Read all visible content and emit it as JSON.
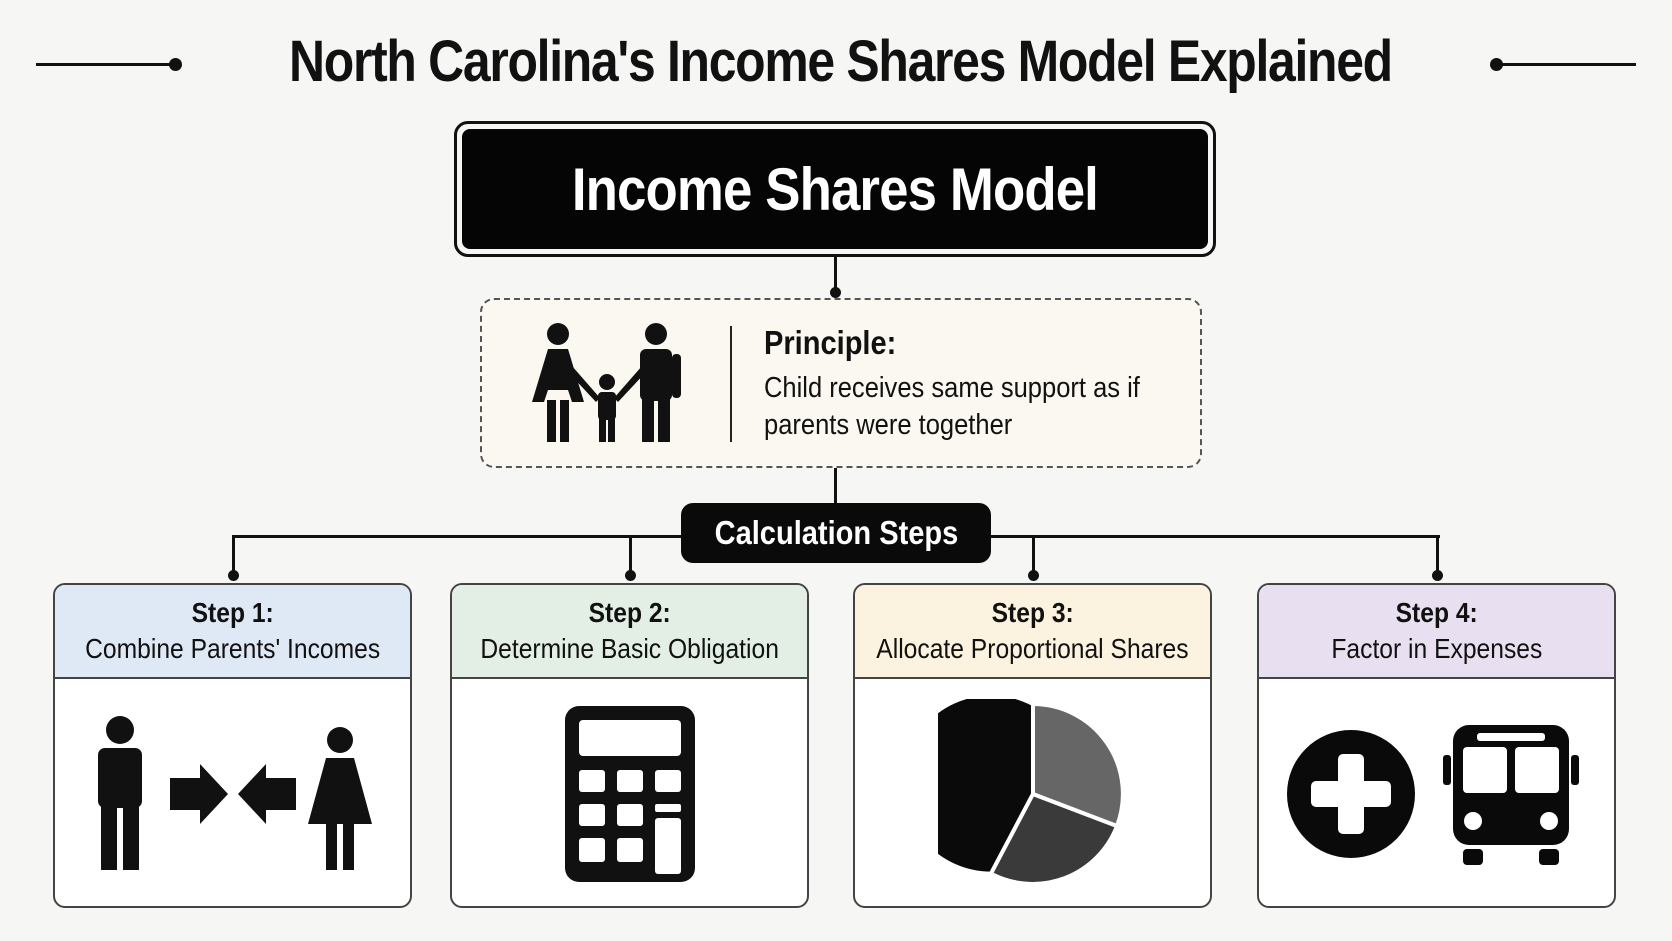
{
  "title": "North Carolina's Income Shares Model Explained",
  "main_box": {
    "label": "Income Shares Model"
  },
  "principle": {
    "heading": "Principle:",
    "text": "Child receives same support as if parents were together",
    "icon": "family-icon"
  },
  "calculation_steps": {
    "label": "Calculation Steps"
  },
  "steps": [
    {
      "number": "Step 1:",
      "description": "Combine Parents' Incomes",
      "color": "#dfe8f5",
      "icons": [
        "man-icon",
        "arrow-right-icon",
        "arrow-left-icon",
        "woman-icon"
      ]
    },
    {
      "number": "Step 2:",
      "description": "Determine Basic Obligation",
      "color": "#e3efe5",
      "icons": [
        "calculator-icon"
      ]
    },
    {
      "number": "Step 3:",
      "description": "Allocate Proportional Shares",
      "color": "#fbf3df",
      "icons": [
        "pie-chart-icon"
      ]
    },
    {
      "number": "Step 4:",
      "description": "Factor in Expenses",
      "color": "#e8e0f0",
      "icons": [
        "medical-cross-icon",
        "bus-icon"
      ]
    }
  ]
}
